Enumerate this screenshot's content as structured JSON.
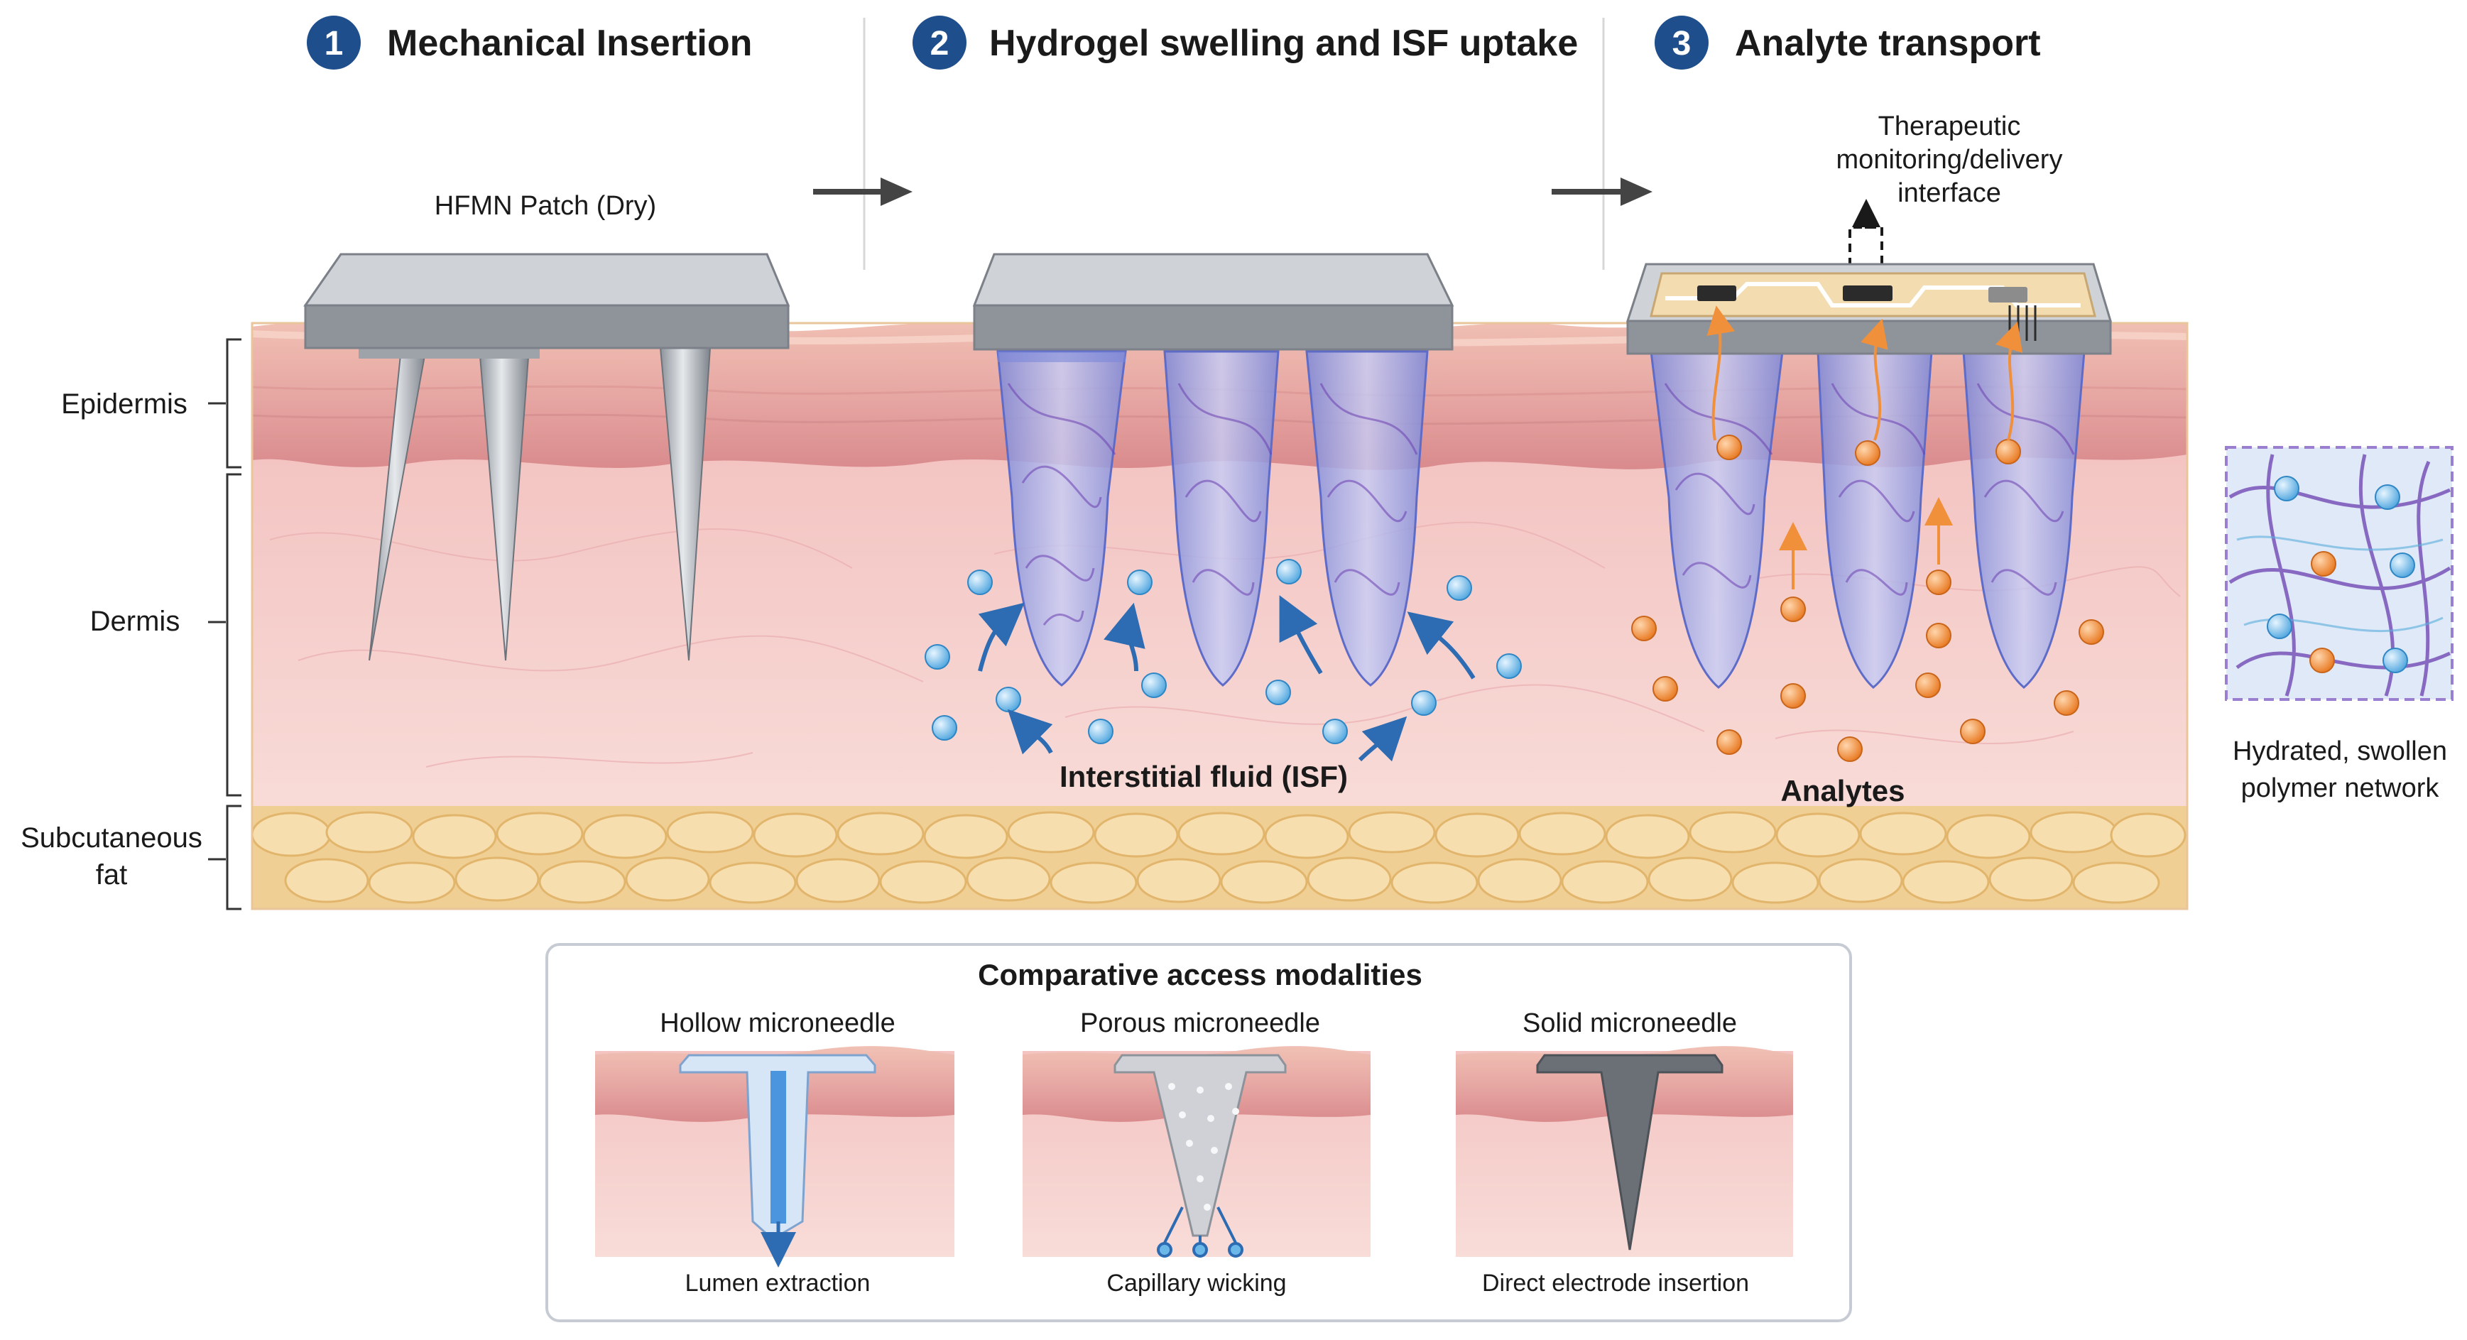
{
  "steps": [
    {
      "number": "1",
      "title": "Mechanical Insertion"
    },
    {
      "number": "2",
      "title": "Hydrogel swelling and ISF uptake"
    },
    {
      "number": "3",
      "title": "Analyte transport"
    }
  ],
  "labels": {
    "patch_dry": "HFMN Patch (Dry)",
    "therapeutic": [
      "Therapeutic",
      "monitoring/delivery",
      "interface"
    ],
    "isf": "Interstitial fluid (ISF)",
    "analytes": "Analytes",
    "inset": [
      "Hydrated, swollen",
      "polymer network"
    ]
  },
  "layers": {
    "epidermis": "Epidermis",
    "dermis": "Dermis",
    "fat": [
      "Subcutaneous",
      "fat"
    ]
  },
  "comparison": {
    "title": "Comparative access modalities",
    "items": [
      {
        "name": "Hollow microneedle",
        "caption": "Lumen extraction"
      },
      {
        "name": "Porous microneedle",
        "caption": "Capillary wicking"
      },
      {
        "name": "Solid microneedle",
        "caption": "Direct electrode insertion"
      }
    ]
  },
  "colors": {
    "step_badge": "#1f4e8c",
    "epidermis": "#e9a9a6",
    "dermis": "#f6cfcc",
    "fat": "#f3d7a0",
    "hydrogel": "#8c96e0",
    "isf_dot": "#6bb8e8",
    "analyte_dot": "#f0903a"
  }
}
